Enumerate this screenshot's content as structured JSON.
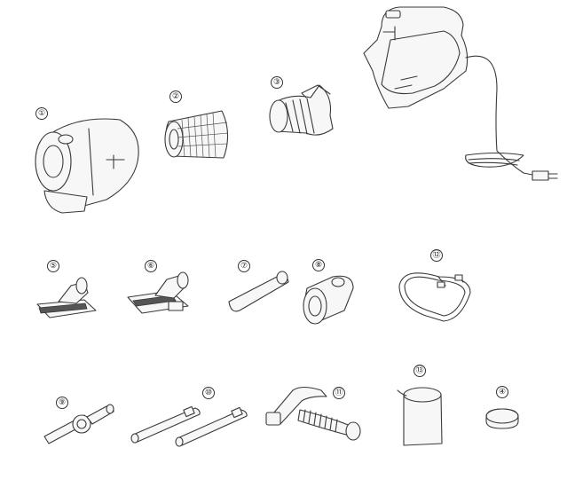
{
  "parts": [
    {
      "id": "motor-unit",
      "number": "1"
    },
    {
      "id": "filter-cartridge",
      "number": "2"
    },
    {
      "id": "cyclone-filter",
      "number": "3"
    },
    {
      "id": "dust-cup",
      "number": "4"
    },
    {
      "id": "upholstery-brush",
      "number": "5"
    },
    {
      "id": "floor-nozzle",
      "number": "6"
    },
    {
      "id": "crevice-tool",
      "number": "7"
    },
    {
      "id": "round-brush",
      "number": "8"
    },
    {
      "id": "combination-nozzle",
      "number": "9"
    },
    {
      "id": "extension-tubes",
      "number": "10"
    },
    {
      "id": "flexible-hose",
      "number": "11"
    },
    {
      "id": "shoulder-strap",
      "number": "12"
    },
    {
      "id": "storage-bag",
      "number": "13"
    }
  ],
  "labels": {
    "p1": "①",
    "p2": "②",
    "p3": "③",
    "p4": "④",
    "p5": "⑤",
    "p6": "⑥",
    "p7": "⑦",
    "p8": "⑧",
    "p9": "⑨",
    "p10": "⑩",
    "p11": "⑪",
    "p12": "⑫",
    "p13": "⑬"
  }
}
